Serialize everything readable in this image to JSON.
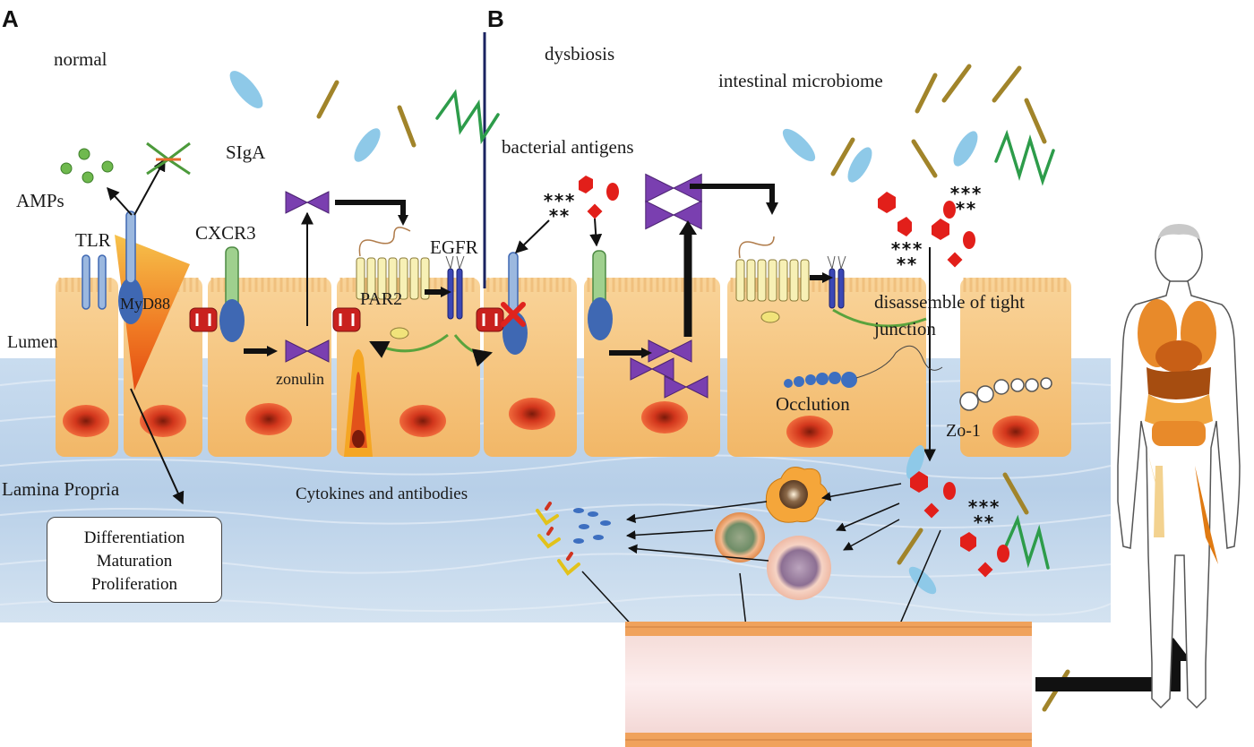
{
  "panels": {
    "a": "A",
    "b": "B"
  },
  "labels": {
    "normal": "normal",
    "dysbiosis": "dysbiosis",
    "intestinal_microbiome": "intestinal microbiome",
    "siga": "SIgA",
    "amps": "AMPs",
    "tlr": "TLR",
    "myd88": "MyD88",
    "cxcr3": "CXCR3",
    "egfr": "EGFR",
    "par2": "PAR2",
    "bacterial_antigens": "bacterial  antigens",
    "lumen": "Lumen",
    "zonulin": "zonulin",
    "tight_junction": "disassemble of tight junction",
    "occlution": "Occlution",
    "zo1": "Zo-1",
    "lamina_propria": "Lamina Propria",
    "cytokines_antibodies": "Cytokines and antibodies"
  },
  "marks": {
    "triple": "***",
    "double": "**"
  },
  "callout": [
    "Differentiation",
    "Maturation",
    "Proliferation"
  ],
  "colors": {
    "epithelium": "#f6c98a",
    "lamina_propria": "#c2d7ec",
    "zonulin": "#7a3fb0",
    "antigen": "#e21f1a",
    "tight_junction": "#c9211e",
    "receptor_green": "#9fd08e",
    "signal_green": "#5aa33d"
  }
}
